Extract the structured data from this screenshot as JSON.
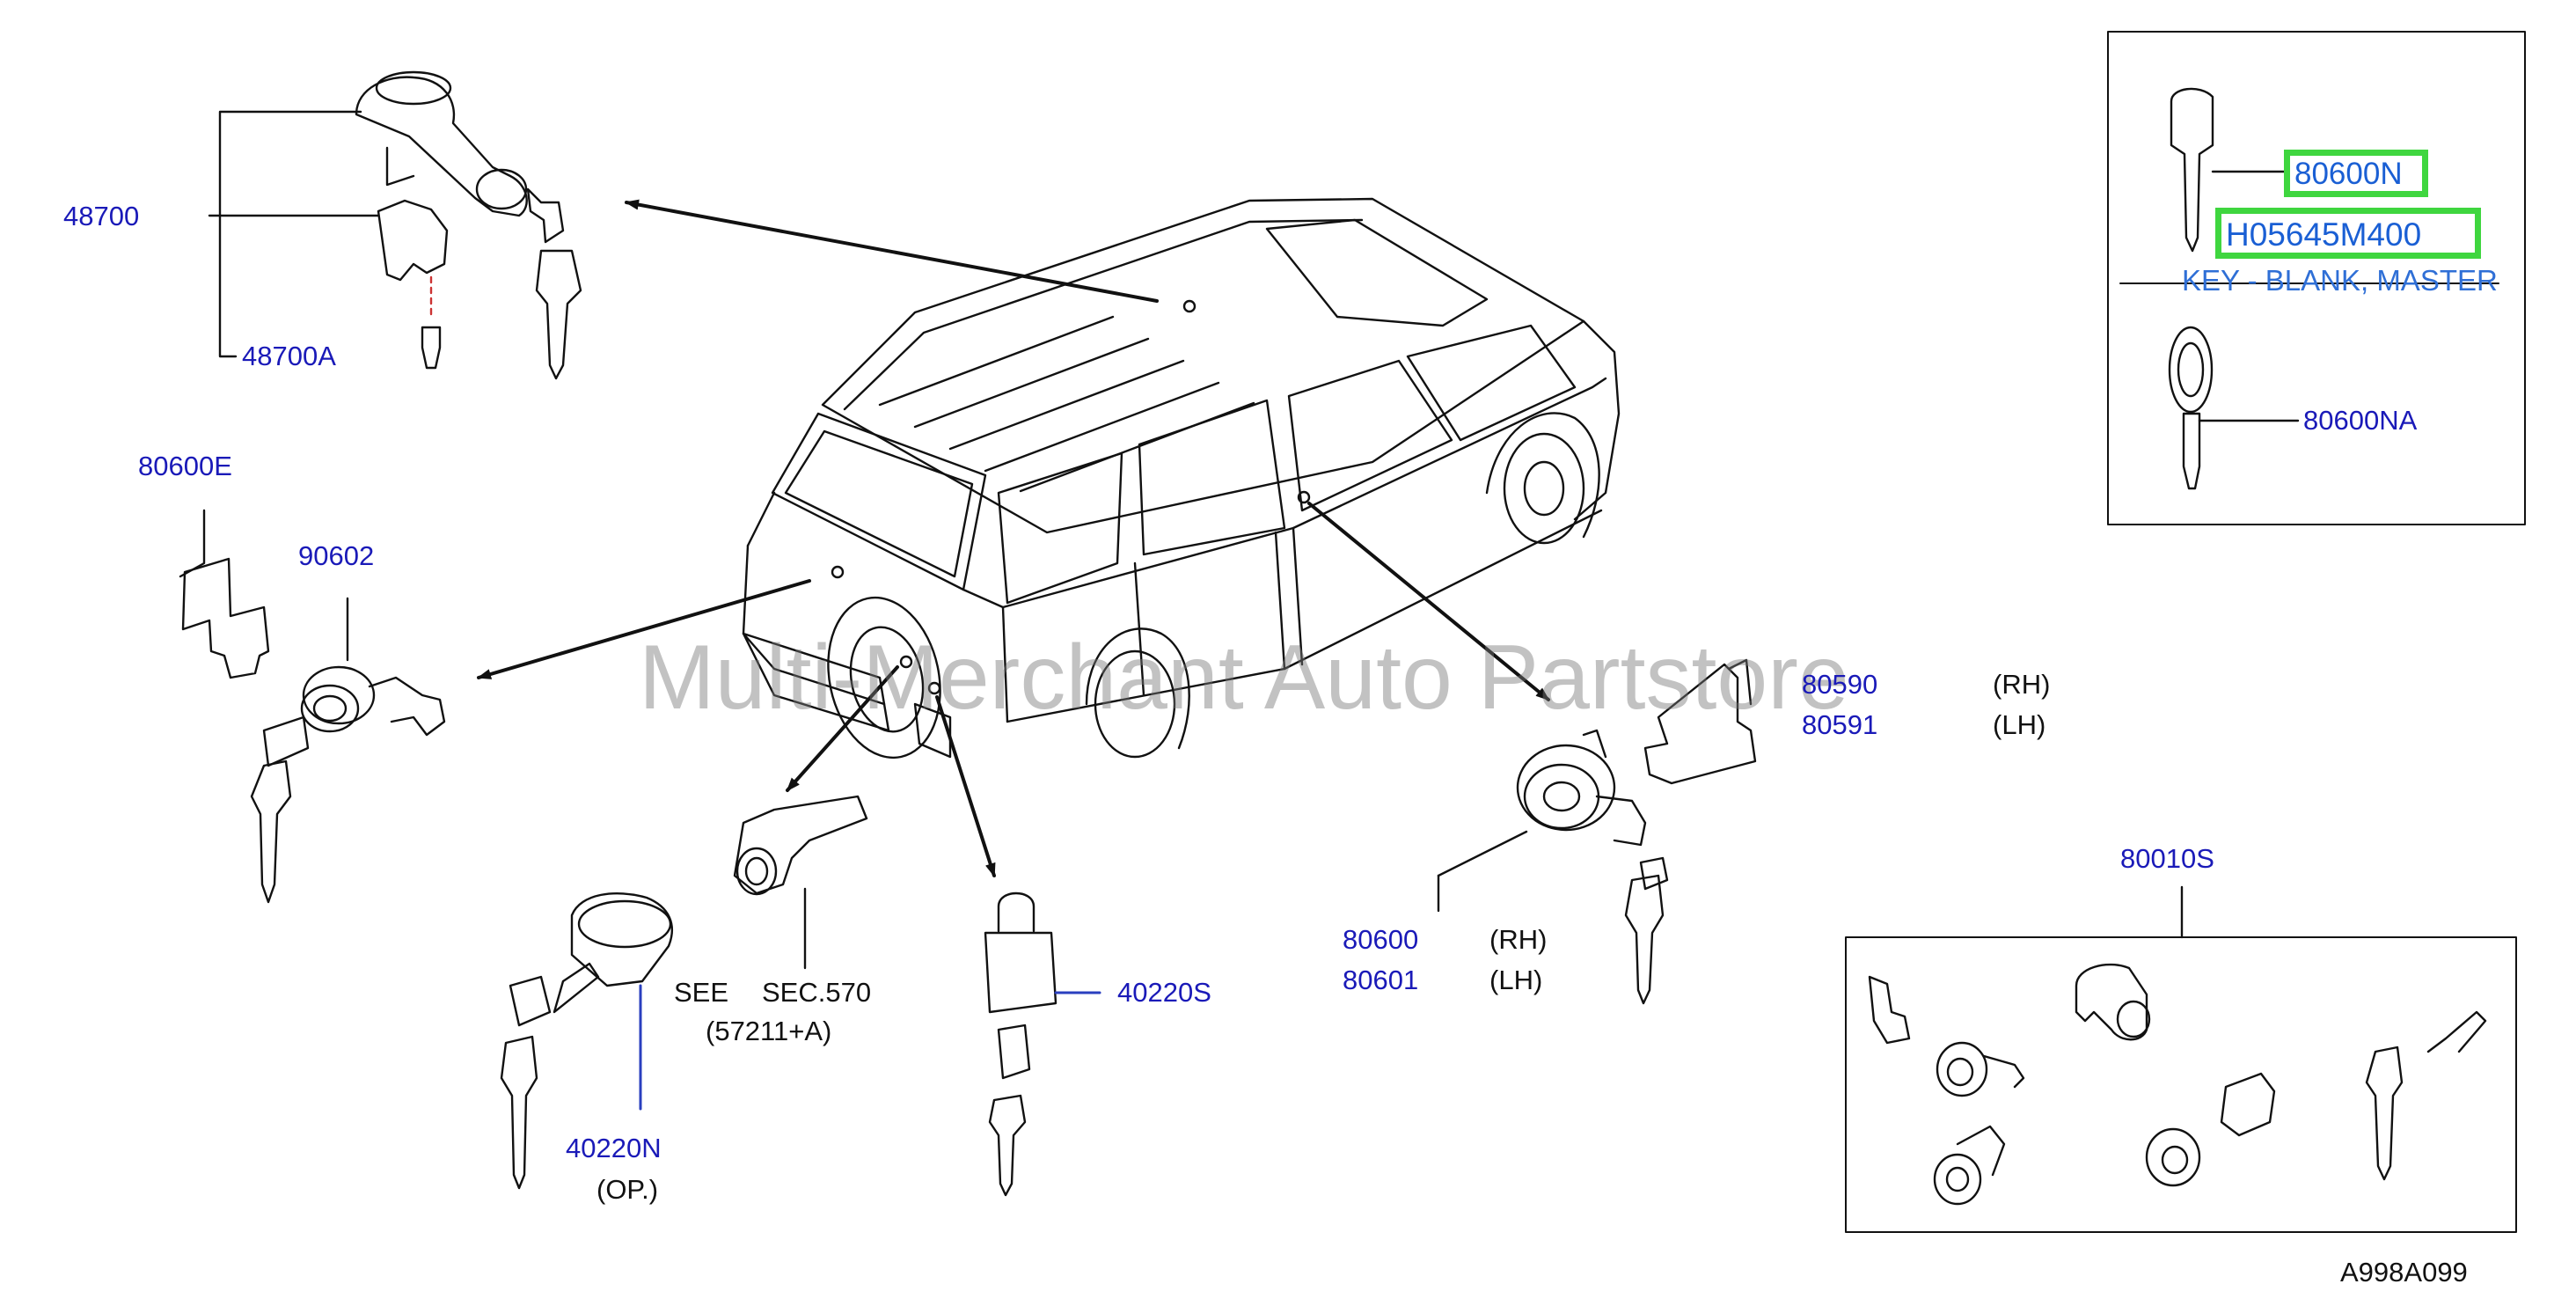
{
  "diagram_code": "A998A099",
  "watermark": "Multi-Merchant Auto Partstore",
  "parts": {
    "p48700": "48700",
    "p48700A": "48700A",
    "p80600E": "80600E",
    "p90602": "90602",
    "p40220N": "40220N",
    "p40220N_note": "(OP.)",
    "see_text": "SEE",
    "sec_text": "SEC.570",
    "sec_sub": "(57211+A)",
    "p40220S": "40220S",
    "p80600": "80600",
    "p80601": "80601",
    "rh": "(RH)",
    "lh": "(LH)",
    "p80590": "80590",
    "p80591": "80591",
    "p80010S": "80010S"
  },
  "key_box": {
    "highlight_1": "80600N",
    "highlight_2": "H05645M400",
    "description": "KEY - BLANK, MASTER",
    "p80600NA": "80600NA"
  },
  "colors": {
    "part_number": "#1a1ab8",
    "highlight_border": "#3fd63f",
    "highlight_text": "#1a5fd4",
    "description": "#2f6fd6",
    "line": "#111111"
  }
}
